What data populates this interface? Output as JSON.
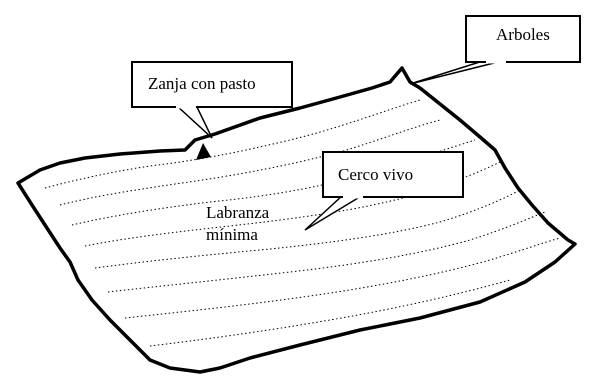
{
  "callouts": {
    "zanja": "Zanja con pasto",
    "arboles": "Arboles",
    "cerco": "Cerco vivo"
  },
  "area_label": {
    "line1": "Labranza",
    "line2": "mínima"
  }
}
